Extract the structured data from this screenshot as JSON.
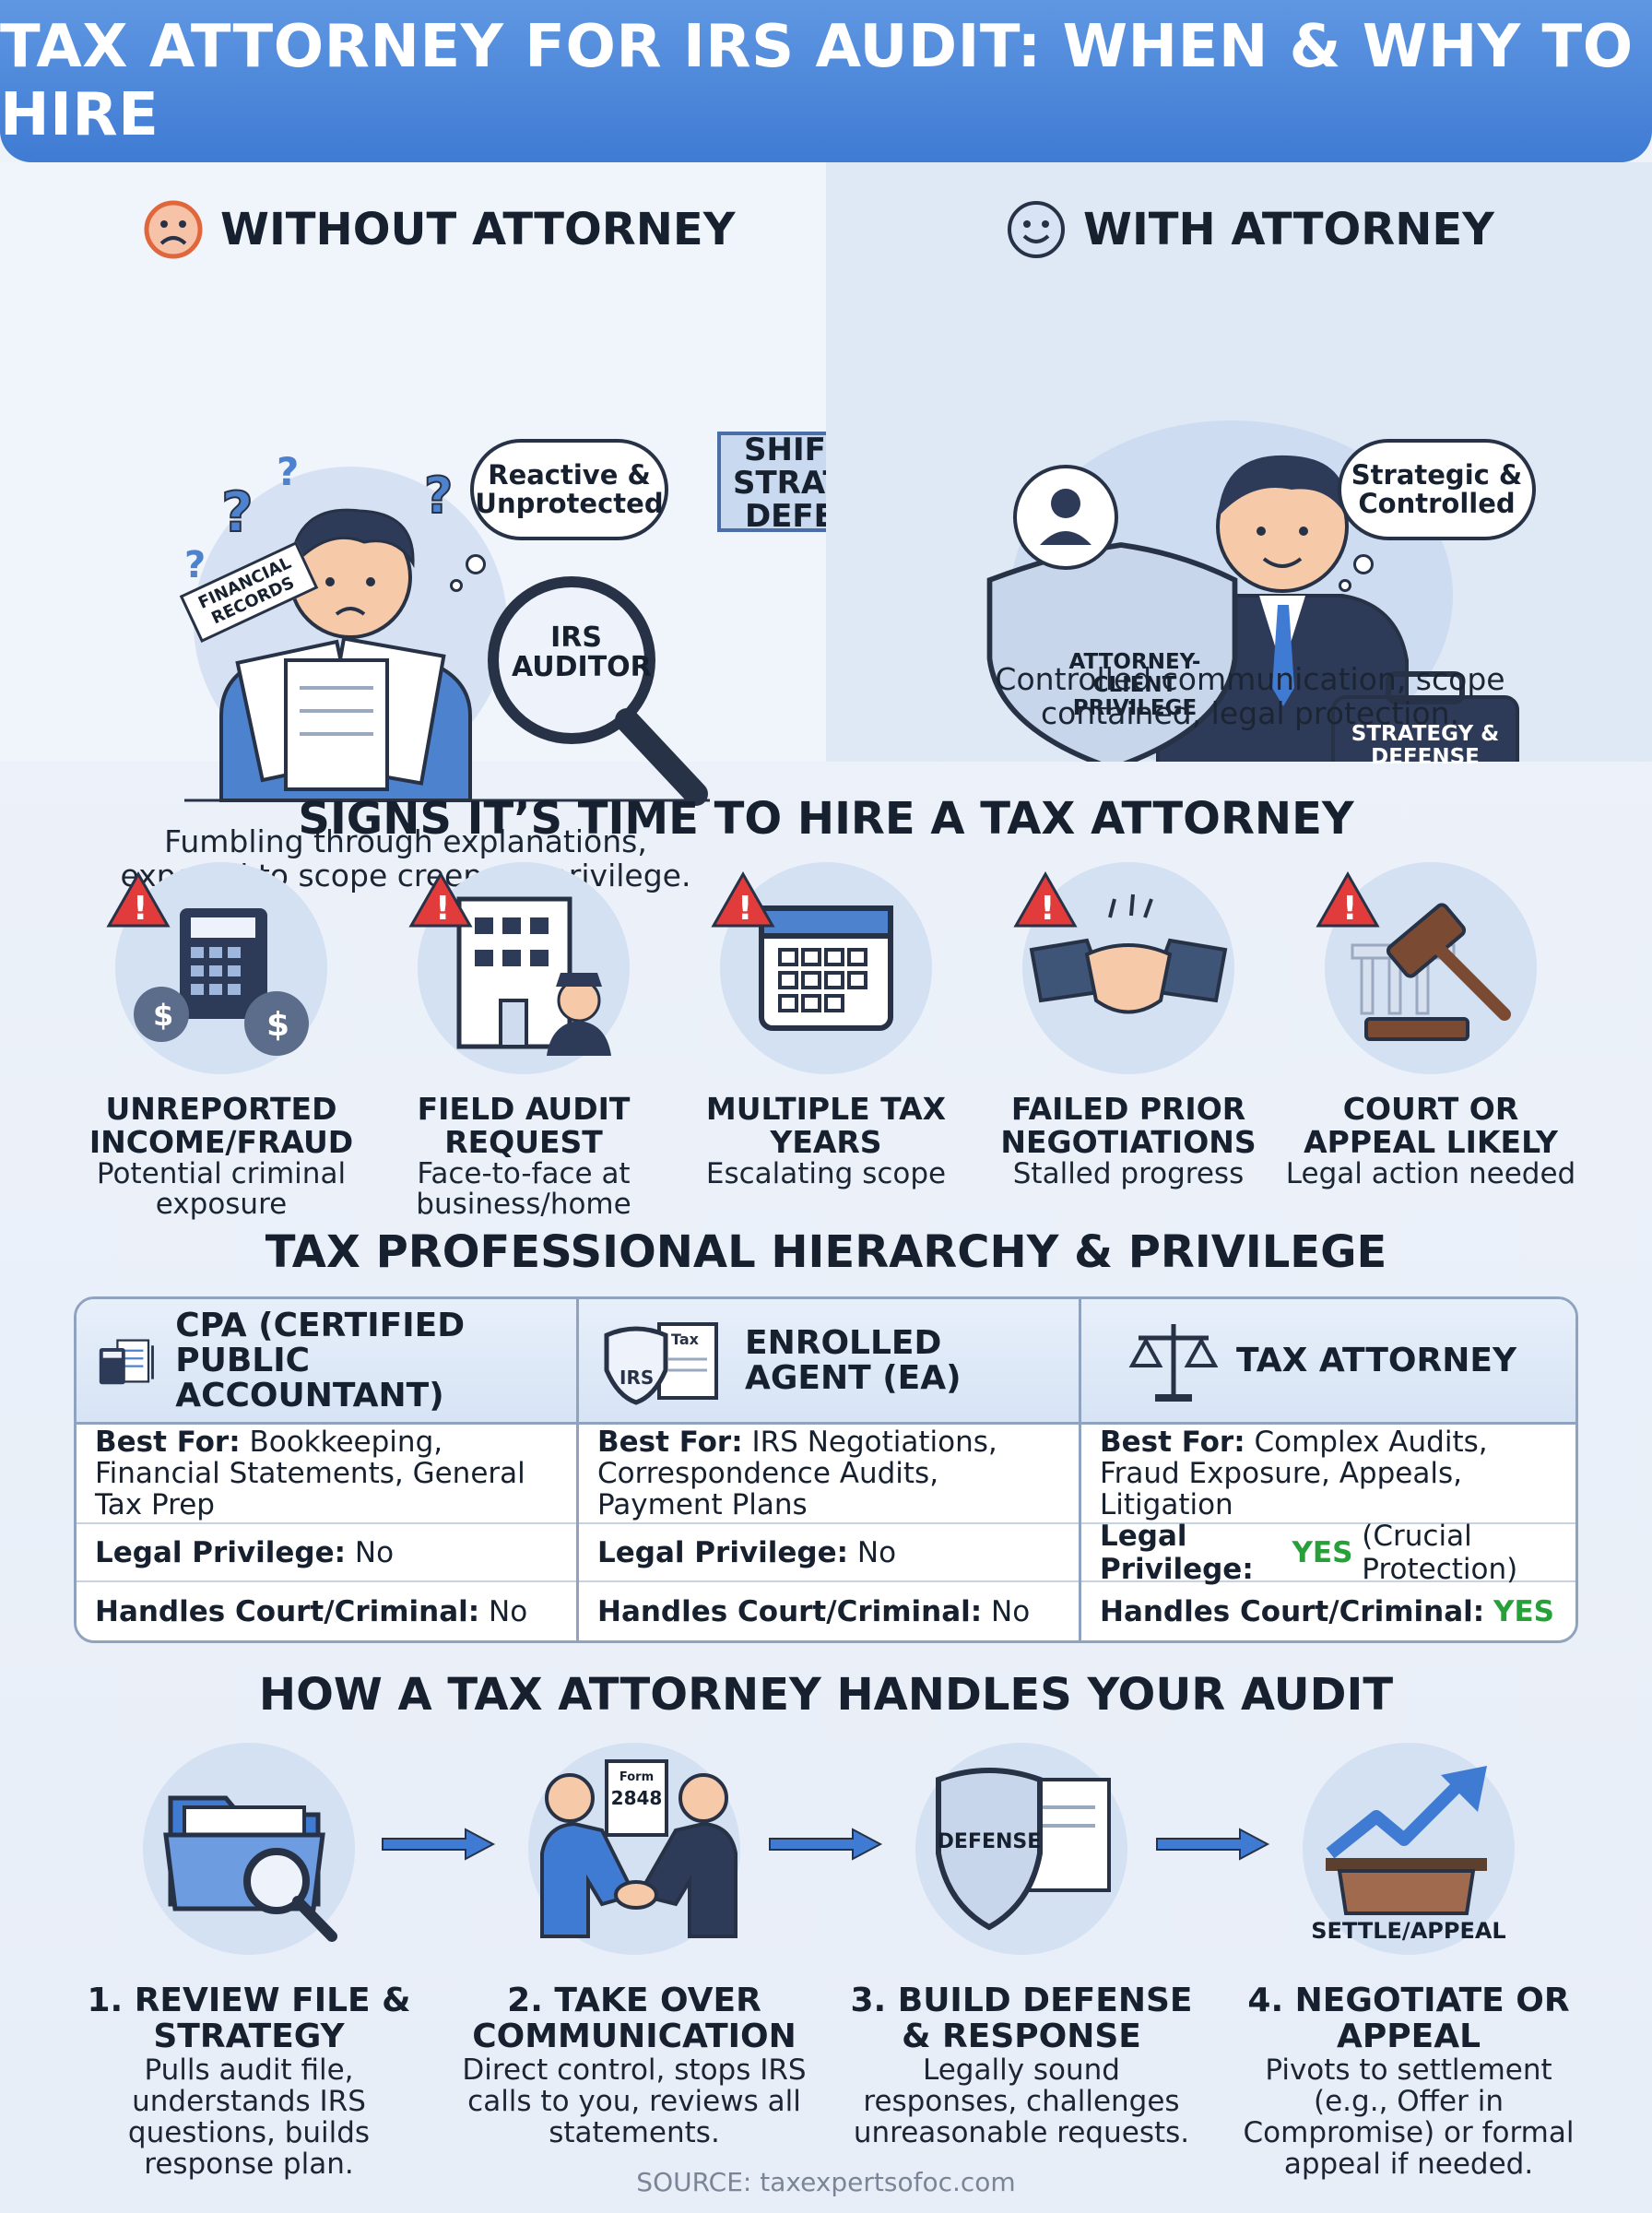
{
  "header": {
    "title": "TAX ATTORNEY FOR IRS AUDIT: WHEN & WHY TO HIRE"
  },
  "comparison": {
    "without": {
      "title": "WITHOUT ATTORNEY",
      "bubble": "Reactive & Unprotected",
      "records_label": "FINANCIAL RECORDS",
      "magnifier_label": "IRS AUDITOR",
      "caption": "Fumbling through explanations, exposed to scope creep, no privilege."
    },
    "shift_label": "SHIFT TO STRATEGIC DEFENSE",
    "with": {
      "title": "WITH ATTORNEY",
      "bubble": "Strategic & Controlled",
      "shield_label": "ATTORNEY-CLIENT PRIVILEGE",
      "briefcase_label": "STRATEGY & DEFENSE",
      "caption": "Controlled communication, scope contained, legal protection."
    }
  },
  "signs": {
    "title": "SIGNS IT’S TIME TO HIRE A TAX ATTORNEY",
    "items": [
      {
        "title": "UNREPORTED INCOME/FRAUD",
        "desc": "Potential criminal exposure",
        "icon": "calculator-money-icon"
      },
      {
        "title": "FIELD AUDIT REQUEST",
        "desc": "Face-to-face at business/home",
        "icon": "building-officer-icon"
      },
      {
        "title": "MULTIPLE TAX YEARS",
        "desc": "Escalating scope",
        "icon": "calendar-icon"
      },
      {
        "title": "FAILED PRIOR NEGOTIATIONS",
        "desc": "Stalled progress",
        "icon": "handshake-icon"
      },
      {
        "title": "COURT OR APPEAL LIKELY",
        "desc": "Legal action needed",
        "icon": "gavel-icon"
      }
    ]
  },
  "hierarchy": {
    "title": "TAX PROFESSIONAL HIERARCHY & PRIVILEGE",
    "best_for_label": "Best For:",
    "privilege_label": "Legal Privilege:",
    "court_label": "Handles Court/Criminal:",
    "columns": [
      {
        "name": "CPA (CERTIFIED PUBLIC ACCOUNTANT)",
        "best_for": "Bookkeeping, Financial Statements, General Tax Prep",
        "privilege": "No",
        "privilege_note": "",
        "court": "No"
      },
      {
        "name": "ENROLLED AGENT (EA)",
        "badge_text": "IRS",
        "doc_text": "Tax",
        "best_for": "IRS Negotiations, Correspondence Audits, Payment Plans",
        "privilege": "No",
        "privilege_note": "",
        "court": "No"
      },
      {
        "name": "TAX ATTORNEY",
        "best_for": "Complex Audits, Fraud Exposure, Appeals, Litigation",
        "privilege": "YES",
        "privilege_note": "(Crucial Protection)",
        "court": "YES"
      }
    ],
    "yes_color": "#27a03a"
  },
  "process": {
    "title": "HOW A TAX ATTORNEY HANDLES YOUR AUDIT",
    "steps": [
      {
        "title": "1. REVIEW FILE & STRATEGY",
        "desc": "Pulls audit file, understands IRS questions, builds response plan."
      },
      {
        "title": "2. TAKE OVER COMMUNICATION",
        "desc": "Direct control, stops IRS calls to you, reviews all statements.",
        "form_label": "Form",
        "form_number": "2848"
      },
      {
        "title": "3. BUILD DEFENSE & RESPONSE",
        "desc": "Legally sound responses, challenges unreasonable requests.",
        "shield_label": "DEFENSE"
      },
      {
        "title": "4. NEGOTIATE OR APPEAL",
        "desc": "Pivots to settlement (e.g., Offer in Compromise) or formal appeal if needed.",
        "podium_label": "SETTLE/APPEAL"
      }
    ]
  },
  "source": "SOURCE: taxexpertsofoc.com",
  "colors": {
    "header": "#4a86d8",
    "accent": "#3f7bd3",
    "navy": "#273246",
    "yes": "#27a03a",
    "warning": "#e23b3b"
  }
}
